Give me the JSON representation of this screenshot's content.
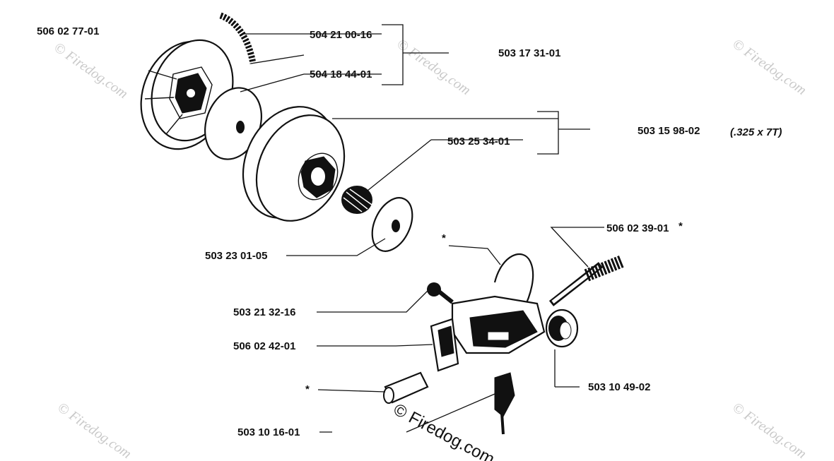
{
  "labels": {
    "clutch_assembly": "506 02 77-01",
    "clutch_spring": "504 21 00-16",
    "clutch_washer": "504 18 44-01",
    "clutch_kit": "503 17 31-01",
    "drum_kit": "503 15 98-02",
    "drum_spec": "(.325 x 7T)",
    "needle_bearing": "503 25 34-01",
    "washer": "503 23 01-05",
    "oil_pump": "506 02 39-01",
    "oil_pump_mark": "*",
    "screw": "503 21 32-16",
    "pump_bracket": "506 02 42-01",
    "worm_gear": "503 10 49-02",
    "oil_hose": "503 10 16-01",
    "star_mark_1": "*",
    "star_mark_2": "*"
  },
  "watermark": {
    "text": "© Firedog.com",
    "center_text": "© Firedog.com"
  },
  "colors": {
    "ink": "#111111",
    "watermark": "#c9c9c9",
    "background": "#ffffff"
  }
}
